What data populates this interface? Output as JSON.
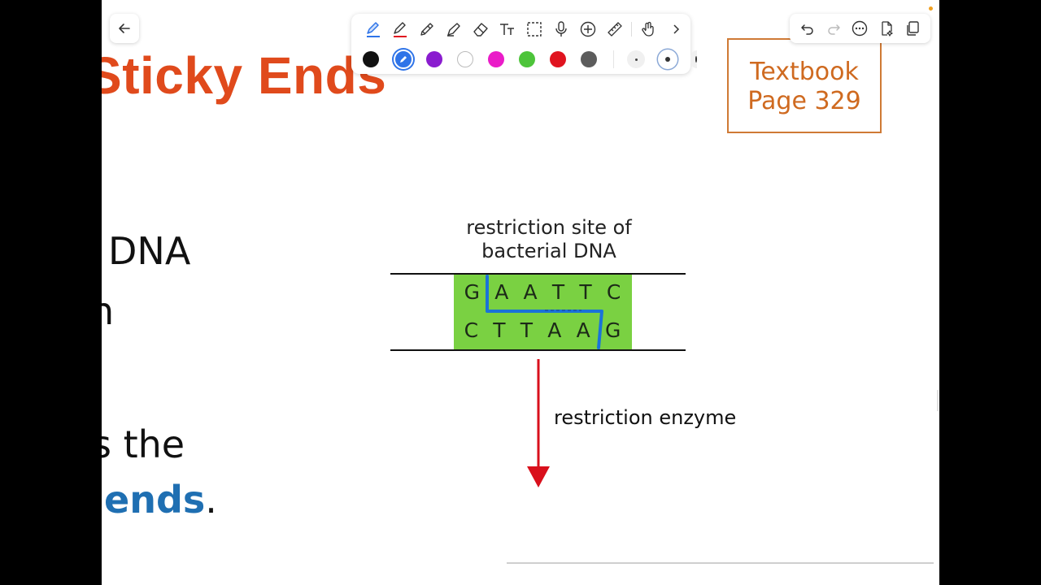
{
  "slide": {
    "title": "Sticky Ends",
    "fragments": {
      "dna": "DNA",
      "n": "n",
      "the": "s the",
      "ends_keyword": "ends",
      "ends_period": "."
    },
    "textbook": {
      "line1": "Textbook",
      "line2": "Page 329"
    },
    "diagram": {
      "caption_line1": "restriction site of",
      "caption_line2": "bacterial DNA",
      "top_strand": [
        "G",
        "A",
        "A",
        "T",
        "T",
        "C"
      ],
      "bottom_strand": [
        "C",
        "T",
        "T",
        "A",
        "A",
        "G"
      ],
      "arrow_label": "restriction enzyme",
      "site_color": "#7ad142",
      "arrow_color": "#d9101c"
    },
    "ink_color": "#1a73d9"
  },
  "toolbar": {
    "tools": [
      "pen-icon",
      "highlighter-pen-icon",
      "pencil-icon",
      "marker-icon",
      "eraser-icon",
      "text-tool-icon",
      "lasso-select-icon",
      "microphone-icon",
      "add-icon",
      "ruler-icon",
      "hand-gesture-icon",
      "chevron-right-icon"
    ],
    "colors": [
      "#111111",
      "#2f74e8",
      "#8a1ccf",
      "#ffffff",
      "#ea1cc8",
      "#4dc43a",
      "#e0141f",
      "#5c5c5c"
    ],
    "selected_color": "#2f74e8",
    "sizes": [
      "small",
      "medium",
      "large"
    ],
    "selected_size": "medium"
  },
  "right_toolbar": {
    "buttons": [
      "undo-icon",
      "redo-icon",
      "more-icon",
      "ai-page-icon",
      "copy-pages-icon"
    ]
  }
}
